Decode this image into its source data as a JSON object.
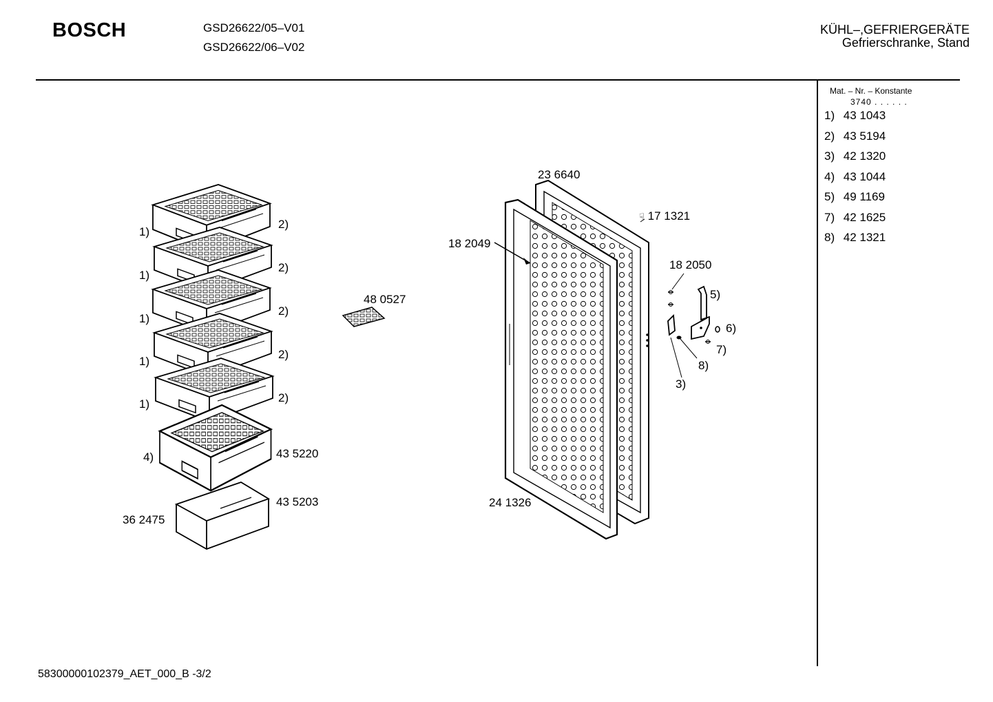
{
  "header": {
    "brand": "BOSCH",
    "models": [
      "GSD26622/05–V01",
      "GSD26622/06–V02"
    ],
    "category": "KÜHL–,GEFRIERGERÄTE",
    "subcategory": "Gefrierschranke, Stand"
  },
  "sidebar": {
    "heading": "Mat. – Nr. – Konstante",
    "constant": "3740 .  .    .  .  .  .",
    "parts": [
      {
        "ref": "1)",
        "number": "43 1043"
      },
      {
        "ref": "2)",
        "number": "43 5194"
      },
      {
        "ref": "3)",
        "number": "42 1320"
      },
      {
        "ref": "4)",
        "number": "43 1044"
      },
      {
        "ref": "5)",
        "number": "49 1169"
      },
      {
        "ref": "7)",
        "number": "42 1625"
      },
      {
        "ref": "8)",
        "number": "42 1321"
      }
    ]
  },
  "diagram": {
    "labels": {
      "ref1": "1)",
      "ref2": "2)",
      "ref3": "3)",
      "ref4": "4)",
      "ref5": "5)",
      "ref6": "6)",
      "ref7": "7)",
      "ref8": "8)",
      "p435220": "43 5220",
      "p435203": "43 5203",
      "p362475": "36 2475",
      "p480527": "48 0527",
      "p236640": "23 6640",
      "p182049": "18 2049",
      "p171321": "17 1321",
      "p182050": "18 2050",
      "p241326": "24 1326"
    }
  },
  "footer": {
    "doc_id": "58300000102379_AET_000_B  -3/2"
  }
}
